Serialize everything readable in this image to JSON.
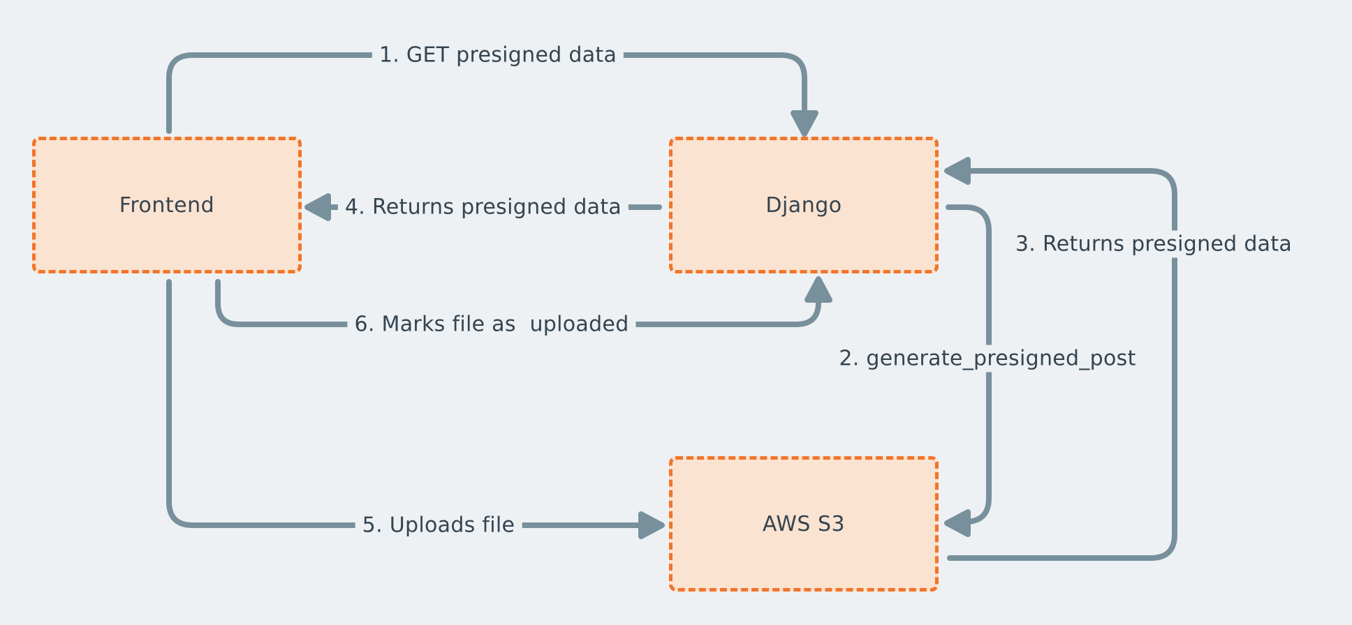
{
  "diagram": {
    "background_color": "#EDF1F4",
    "arrow_color": "#78909C",
    "text_color": "#35444F",
    "node_border_color": "#F1752B",
    "node_fill_color": "#FBE3D1",
    "nodes": [
      {
        "id": "frontend",
        "label": "Frontend"
      },
      {
        "id": "django",
        "label": "Django"
      },
      {
        "id": "aws-s3",
        "label": "AWS S3"
      }
    ],
    "arrows": [
      {
        "id": "1",
        "label": "1. GET presigned data",
        "from": "frontend",
        "to": "django"
      },
      {
        "id": "2",
        "label": "2. generate_presigned_post",
        "from": "django",
        "to": "aws-s3"
      },
      {
        "id": "3",
        "label": "3. Returns presigned data",
        "from": "aws-s3",
        "to": "django"
      },
      {
        "id": "4",
        "label": "4. Returns presigned data",
        "from": "django",
        "to": "frontend"
      },
      {
        "id": "5",
        "label": "5. Uploads file",
        "from": "frontend",
        "to": "aws-s3"
      },
      {
        "id": "6",
        "label": "6. Marks file as  uploaded",
        "from": "frontend",
        "to": "django"
      }
    ]
  }
}
